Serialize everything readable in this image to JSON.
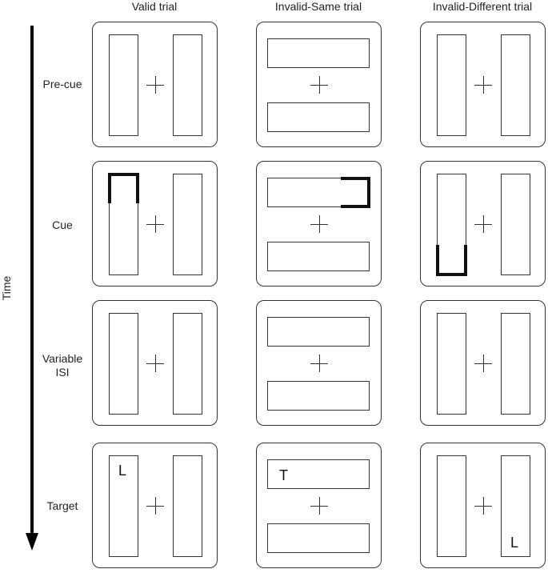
{
  "columns": [
    "Valid trial",
    "Invalid-Same trial",
    "Invalid-Different trial"
  ],
  "rows": [
    "Pre-cue",
    "Cue",
    "Variable\nISI",
    "Target"
  ],
  "axis_label": "Time",
  "targets": {
    "valid": "L",
    "invalid_same": "T",
    "invalid_different": "L"
  }
}
